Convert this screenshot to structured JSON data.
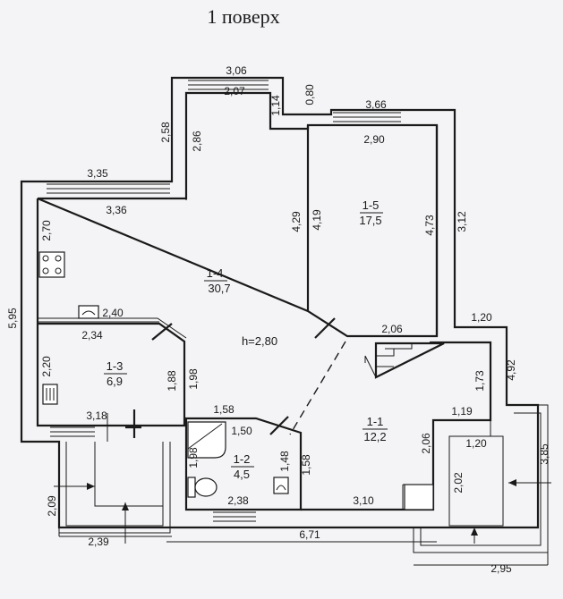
{
  "title": "1 поверх",
  "height_label": "h=2,80",
  "rooms": [
    {
      "id": "1-1",
      "area": "12,2"
    },
    {
      "id": "1-2",
      "area": "4,5"
    },
    {
      "id": "1-3",
      "area": "6,9"
    },
    {
      "id": "1-4",
      "area": "30,7"
    },
    {
      "id": "1-5",
      "area": "17,5"
    }
  ],
  "dimensions": {
    "top_3_06": "3,06",
    "top_2_07": "2,07",
    "v_1_14": "1,14",
    "v_0_80": "0,80",
    "top_3_66": "3,66",
    "top_2_90": "2,90",
    "v_2_58": "2,58",
    "v_2_86": "2,86",
    "h_3_35": "3,35",
    "h_3_36": "3,36",
    "v_4_29": "4,29",
    "v_4_19": "4,19",
    "v_4_73": "4,73",
    "v_3_12": "3,12",
    "v_2_70": "2,70",
    "v_5_95": "5,95",
    "h_2_40": "2,40",
    "h_2_34": "2,34",
    "h_2_06": "2,06",
    "h_1_20_top": "1,20",
    "v_4_92": "4,92",
    "v_2_20": "2,20",
    "v_1_88": "1,88",
    "v_1_98_a": "1,98",
    "v_1_73": "1,73",
    "h_1_58": "1,58",
    "h_3_18": "3,18",
    "h_1_50": "1,50",
    "h_1_19": "1,19",
    "v_1_48": "1,48",
    "v_1_98_b": "1,98",
    "v_1_58": "1,58",
    "v_2_06": "2,06",
    "h_1_20_low": "1,20",
    "v_3_85": "3,85",
    "v_2_02": "2,02",
    "v_2_09": "2,09",
    "h_2_38": "2,38",
    "h_3_10": "3,10",
    "h_2_39": "2,39",
    "h_6_71": "6,71",
    "h_2_95": "2,95"
  }
}
